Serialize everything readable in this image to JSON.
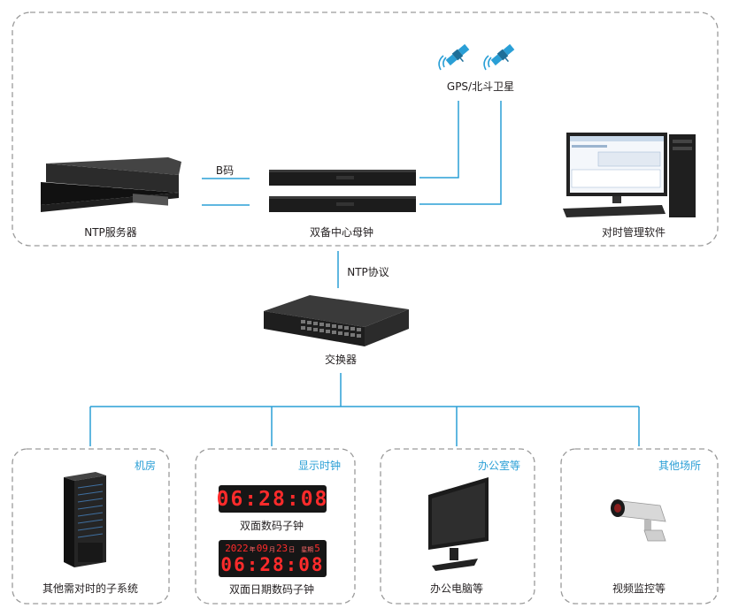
{
  "top_group": {
    "ntp_server_label": "NTP服务器",
    "b_code_label": "B码",
    "master_clock_label": "双备中心母钟",
    "satellite_label": "GPS/北斗卫星",
    "software_label": "对时管理软件"
  },
  "protocol_label": "NTP协议",
  "switch_label": "交换器",
  "branches": [
    {
      "category": "机房",
      "device_label": "其他需对时的子系统"
    },
    {
      "category": "显示时钟",
      "device_label": "双面数码子钟",
      "device_label_2": "双面日期数码子钟"
    },
    {
      "category": "办公室等",
      "device_label": "办公电脑等"
    },
    {
      "category": "其他场所",
      "device_label": "视频监控等"
    }
  ],
  "clock_display_1": {
    "time": "06:28:08"
  },
  "clock_display_2": {
    "year": "2022",
    "year_unit": "年",
    "month": "09",
    "month_unit": "月",
    "day": "23",
    "day_unit": "日",
    "weekday_label": "星期",
    "weekday": "5",
    "time": "06:28:08"
  },
  "colors": {
    "line": "#2a9fd6",
    "dash": "#9a9a9a",
    "accent_text": "#2a9fd6"
  }
}
